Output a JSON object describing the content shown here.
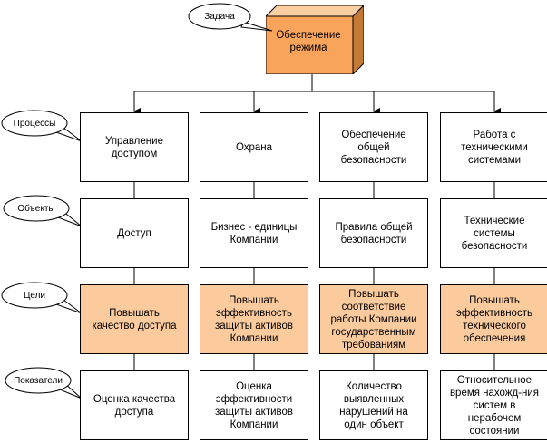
{
  "task": {
    "label": "Задача",
    "title": "Обеспечение\nрежима"
  },
  "rows": [
    {
      "label": "Процессы",
      "kind": "plain",
      "cells": [
        "Управление\nдоступом",
        "Охрана",
        "Обеспечение\nобщей\nбезопасности",
        "Работа с\nтехническими\nсистемами"
      ]
    },
    {
      "label": "Объекты",
      "kind": "plain",
      "cells": [
        "Доступ",
        "Бизнес - единицы\nКомпании",
        "Правила общей\nбезопасности",
        "Технические\nсистемы\nбезопасности"
      ]
    },
    {
      "label": "Цели",
      "kind": "goal",
      "cells": [
        "Повышать\nкачество доступа",
        "Повышать\nэффективность\nзащиты активов\nКомпании",
        "Повышать\nсоответствие\nработы Компании\nгосударственным\nтребованиям",
        "Повышать\nэффективность\nтехнического\nобеспечения"
      ]
    },
    {
      "label": "Показатели",
      "kind": "plain",
      "cells": [
        "Оценка качества\nдоступа",
        "Оценка\nэффективности\nзащиты активов\nКомпании",
        "Количество\nвыявленных\nнарушений на\nодин объект",
        "Относительное\nвремя нахожд-ния\nсистем в\nнерабочем\nсостоянии"
      ]
    }
  ],
  "colors": {
    "task_front": "#f9a45b",
    "task_top": "#fccfa3",
    "task_side": "#c47a35",
    "goal_fill": "#fbcb9e",
    "line": "#000000"
  }
}
